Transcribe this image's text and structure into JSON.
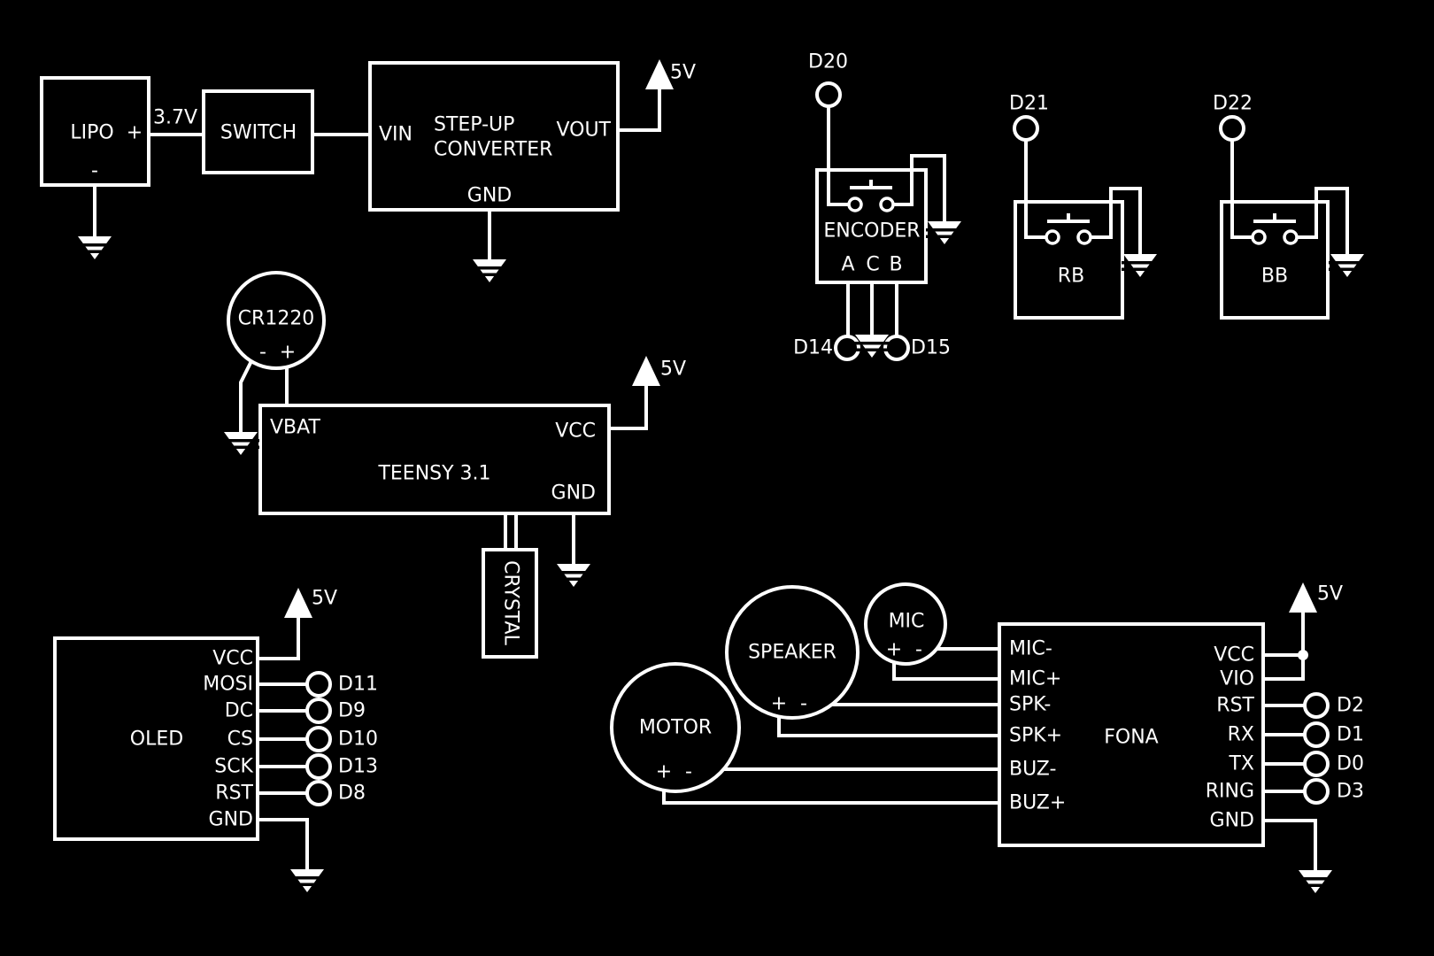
{
  "canvas": {
    "background": "#000000",
    "line_color": "#ffffff"
  },
  "rails": {
    "v5": "5V",
    "v37": "3.7V"
  },
  "lipo": {
    "label": "LIPO",
    "plus": "+",
    "minus": "-"
  },
  "switch": {
    "label": "SWITCH"
  },
  "stepup": {
    "title1": "STEP-UP",
    "title2": "CONVERTER",
    "pin_vin": "VIN",
    "pin_vout": "VOUT",
    "pin_gnd": "GND"
  },
  "encoder": {
    "label": "ENCODER",
    "pin_top": "D20",
    "pin_a": "A",
    "pin_c": "C",
    "pin_b": "B",
    "pin_d14": "D14",
    "pin_d15": "D15"
  },
  "rb": {
    "label": "RB",
    "pin_top": "D21"
  },
  "bb": {
    "label": "BB",
    "pin_top": "D22"
  },
  "coincell": {
    "label": "CR1220",
    "minus": "-",
    "plus": "+"
  },
  "teensy": {
    "label": "TEENSY 3.1",
    "pin_vbat": "VBAT",
    "pin_vcc": "VCC",
    "pin_gnd": "GND"
  },
  "crystal": {
    "label": "CRYSTAL"
  },
  "oled": {
    "label": "OLED",
    "pins": [
      "VCC",
      "MOSI",
      "DC",
      "CS",
      "SCK",
      "RST",
      "GND"
    ],
    "dpins": [
      "D11",
      "D9",
      "D10",
      "D13",
      "D8"
    ]
  },
  "motor": {
    "label": "MOTOR",
    "plus": "+",
    "minus": "-"
  },
  "speaker": {
    "label": "SPEAKER",
    "plus": "+",
    "minus": "-"
  },
  "mic": {
    "label": "MIC",
    "plus": "+",
    "minus": "-"
  },
  "fona": {
    "label": "FONA",
    "left_pins": [
      "MIC-",
      "MIC+",
      "SPK-",
      "SPK+",
      "BUZ-",
      "BUZ+"
    ],
    "right_pins": [
      "VCC",
      "VIO",
      "RST",
      "RX",
      "TX",
      "RING",
      "GND"
    ],
    "dpins": [
      "D2",
      "D1",
      "D0",
      "D3"
    ]
  }
}
